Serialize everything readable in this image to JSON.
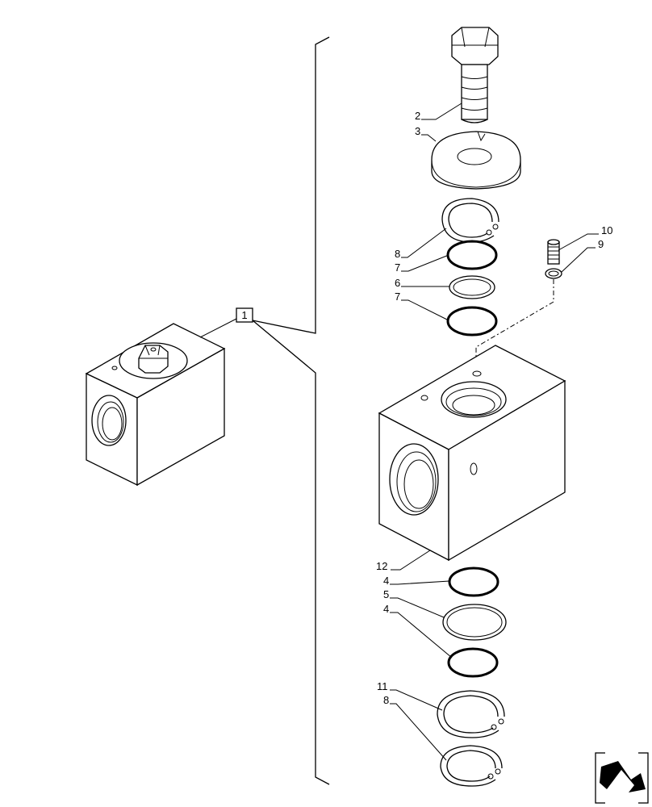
{
  "diagram": {
    "assembly_callout": "1",
    "labels": {
      "bolt": "2",
      "washer": "3",
      "snap_ring_top": "8",
      "oring_top_a": "7",
      "backup_ring_top": "6",
      "oring_top_b": "7",
      "plug": "10",
      "plug_seal": "9",
      "valve_body": "12",
      "oring_bottom_a": "4",
      "backup_ring_bottom": "5",
      "oring_bottom_b": "4",
      "snap_ring_bottom_a": "11",
      "snap_ring_bottom_b": "8"
    }
  },
  "nav": {
    "icon": "arrow-navigation-icon"
  }
}
